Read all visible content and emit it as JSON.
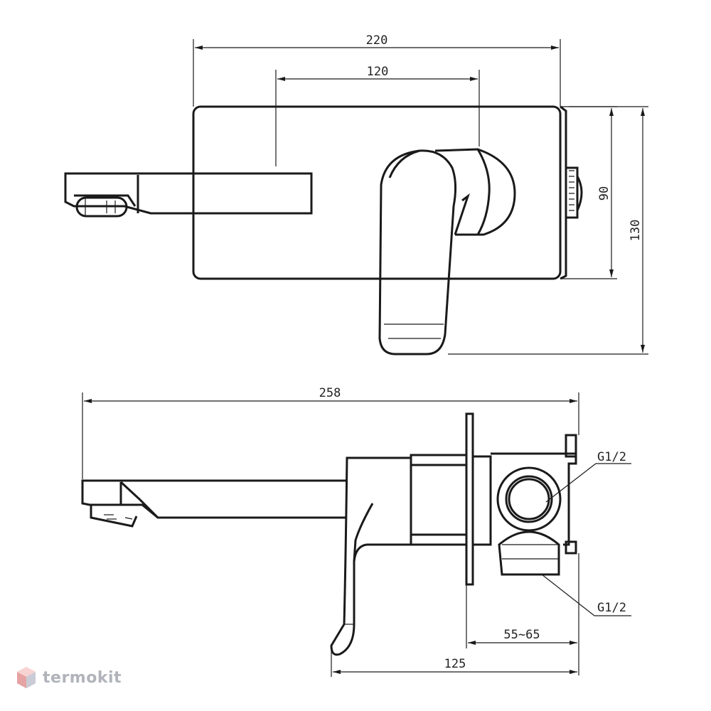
{
  "dimensions": {
    "top_width_total": "220",
    "top_width_spout": "120",
    "top_height_plate": "90",
    "top_height_total": "130",
    "side_length_total": "258",
    "side_thread_upper": "G1/2",
    "side_thread_lower": "G1/2",
    "side_wall_range": "55~65",
    "side_depth": "125"
  },
  "logo": {
    "text": "termokit",
    "icon": "hexagon-cube-icon"
  }
}
